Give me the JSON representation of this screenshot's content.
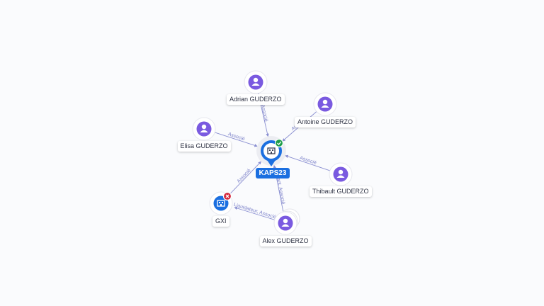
{
  "center": {
    "label": "KAPS23",
    "status": "active",
    "icon": "building-icon"
  },
  "nodes": [
    {
      "id": "adrian",
      "label": "Adrian GUDERZO",
      "type": "person",
      "icon": "person-icon"
    },
    {
      "id": "antoine",
      "label": "Antoine GUDERZO",
      "type": "person",
      "icon": "person-icon"
    },
    {
      "id": "elisa",
      "label": "Elisa GUDERZO",
      "type": "person",
      "icon": "person-icon"
    },
    {
      "id": "thibault",
      "label": "Thibault GUDERZO",
      "type": "person",
      "icon": "person-icon"
    },
    {
      "id": "alex",
      "label": "Alex GUDERZO",
      "type": "person",
      "icon": "person-icon"
    },
    {
      "id": "gxi",
      "label": "GXI",
      "type": "company",
      "status": "closed",
      "icon": "building-icon"
    }
  ],
  "edges": [
    {
      "from": "adrian",
      "to": "center",
      "label": "Associé"
    },
    {
      "from": "antoine",
      "to": "center",
      "label": "Associé"
    },
    {
      "from": "elisa",
      "to": "center",
      "label": "Associé"
    },
    {
      "from": "thibault",
      "to": "center",
      "label": "Associé"
    },
    {
      "from": "alex",
      "to": "center",
      "label": "Gérant, Associé"
    },
    {
      "from": "gxi",
      "to": "center",
      "label": "Associé"
    },
    {
      "from": "alex",
      "to": "gxi",
      "label": "Liquidateur, Associé"
    }
  ],
  "colors": {
    "person": "#7a5ae0",
    "company": "#1b6fe0",
    "edge": "#8a8fd1",
    "active": "#1e9e4a",
    "closed": "#d3263a"
  }
}
